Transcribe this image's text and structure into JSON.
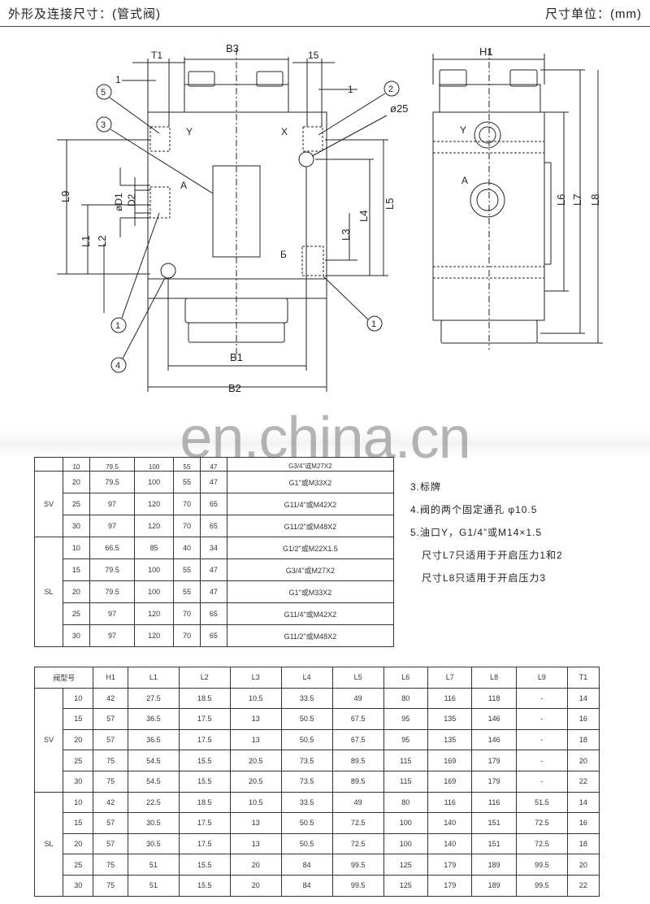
{
  "header": {
    "title": "外形及连接尺寸：(管式阀)",
    "unit": "尺寸单位：(mm)"
  },
  "drawing": {
    "labels": {
      "B3": "B3",
      "T1": "T1",
      "d15": "15",
      "H1": "H1",
      "one_a": "1",
      "one_b": "1",
      "phi25": "ø25",
      "X": "X",
      "Y": "Y",
      "A": "A",
      "B": "Б",
      "L1": "L1",
      "L2": "L2",
      "L3": "L3",
      "L4": "L4",
      "L5": "L5",
      "L6": "L6",
      "L7": "L7",
      "L8": "L8",
      "L9": "L9",
      "D1": "øD1",
      "D2": "D2",
      "B1": "B1",
      "B2": "B2",
      "Y_side": "Y",
      "A_side": "A"
    },
    "callouts": {
      "c1": "1",
      "c2": "2",
      "c3": "3",
      "c4": "4",
      "c5": "5",
      "c1b": "1"
    }
  },
  "watermark": "en.china.cn",
  "table1": {
    "cut_row": [
      "10",
      "79.5",
      "100",
      "55",
      "47",
      "G3/4\"或M27X2"
    ],
    "groups": [
      {
        "type": "SV",
        "rows": [
          [
            "20",
            "79.5",
            "100",
            "55",
            "47",
            "G1\"或M33X2"
          ],
          [
            "25",
            "97",
            "120",
            "70",
            "65",
            "G11/4\"或M42X2"
          ],
          [
            "30",
            "97",
            "120",
            "70",
            "65",
            "G11/2\"或M48X2"
          ]
        ]
      },
      {
        "type": "SL",
        "rows": [
          [
            "10",
            "66.5",
            "85",
            "40",
            "34",
            "G1/2\"或M22X1.5"
          ],
          [
            "15",
            "79.5",
            "100",
            "55",
            "47",
            "G3/4\"或M27X2"
          ],
          [
            "20",
            "79.5",
            "100",
            "55",
            "47",
            "G1\"或M33X2"
          ],
          [
            "25",
            "97",
            "120",
            "70",
            "65",
            "G11/4\"或M42X2"
          ],
          [
            "30",
            "97",
            "120",
            "70",
            "65",
            "G11/2\"或M48X2"
          ]
        ]
      }
    ]
  },
  "notes": [
    "3.标牌",
    "4.阀的两个固定通孔 φ10.5",
    "5.油口Y，G1/4”或M14×1.5",
    "尺寸L7只适用于开启压力1和2",
    "尺寸L8只适用于开启压力3"
  ],
  "table2": {
    "headers": [
      "阀型号",
      "H1",
      "L1",
      "L2",
      "L3",
      "L4",
      "L5",
      "L6",
      "L7",
      "L8",
      "L9",
      "T1"
    ],
    "groups": [
      {
        "type": "SV",
        "rows": [
          [
            "10",
            "42",
            "27.5",
            "18.5",
            "10.5",
            "33.5",
            "49",
            "80",
            "116",
            "118",
            "-",
            "14"
          ],
          [
            "15",
            "57",
            "36.5",
            "17.5",
            "13",
            "50.5",
            "67.5",
            "95",
            "135",
            "146",
            "-",
            "16"
          ],
          [
            "20",
            "57",
            "36.5",
            "17.5",
            "13",
            "50.5",
            "67.5",
            "95",
            "135",
            "146",
            "-",
            "18"
          ],
          [
            "25",
            "75",
            "54.5",
            "15.5",
            "20.5",
            "73.5",
            "89.5",
            "115",
            "169",
            "179",
            "-",
            "20"
          ],
          [
            "30",
            "75",
            "54.5",
            "15.5",
            "20.5",
            "73.5",
            "89.5",
            "115",
            "169",
            "179",
            "-",
            "22"
          ]
        ]
      },
      {
        "type": "SL",
        "rows": [
          [
            "10",
            "42",
            "22.5",
            "18.5",
            "10.5",
            "33.5",
            "49",
            "80",
            "116",
            "116",
            "51.5",
            "14"
          ],
          [
            "15",
            "57",
            "30.5",
            "17.5",
            "13",
            "50.5",
            "72.5",
            "100",
            "140",
            "151",
            "72.5",
            "16"
          ],
          [
            "20",
            "57",
            "30.5",
            "17.5",
            "13",
            "50.5",
            "72.5",
            "100",
            "140",
            "151",
            "72.5",
            "18"
          ],
          [
            "25",
            "75",
            "51",
            "15.5",
            "20",
            "84",
            "99.5",
            "125",
            "179",
            "189",
            "99.5",
            "20"
          ],
          [
            "30",
            "75",
            "51",
            "15.5",
            "20",
            "84",
            "99.5",
            "125",
            "179",
            "189",
            "99.5",
            "22"
          ]
        ]
      }
    ]
  }
}
